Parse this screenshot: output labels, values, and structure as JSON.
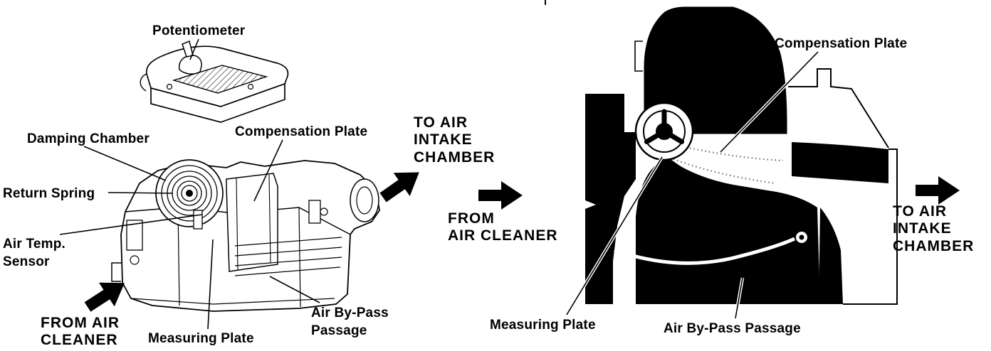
{
  "page": {
    "background": "#ffffff",
    "ink": "#000000"
  },
  "figure_left": {
    "labels": {
      "potentiometer": "Potentiometer",
      "damping_chamber": "Damping Chamber",
      "compensation_plate": "Compensation Plate",
      "return_spring": "Return Spring",
      "air_temp_sensor": "Air Temp.\nSensor",
      "measuring_plate": "Measuring Plate",
      "air_bypass_passage": "Air By-Pass\nPassage"
    },
    "flow_labels": {
      "from_air_cleaner": "FROM AIR\nCLEANER",
      "to_air_intake_chamber": "TO AIR\nINTAKE\nCHAMBER"
    }
  },
  "figure_middle": {
    "flow_labels": {
      "from_air_cleaner": "FROM\nAIR CLEANER"
    }
  },
  "figure_right": {
    "labels": {
      "compensation_plate": "Compensation Plate",
      "measuring_plate": "Measuring Plate",
      "air_bypass_passage": "Air By-Pass Passage"
    },
    "flow_labels": {
      "to_air_intake_chamber": "TO AIR\nINTAKE\nCHAMBER"
    }
  }
}
